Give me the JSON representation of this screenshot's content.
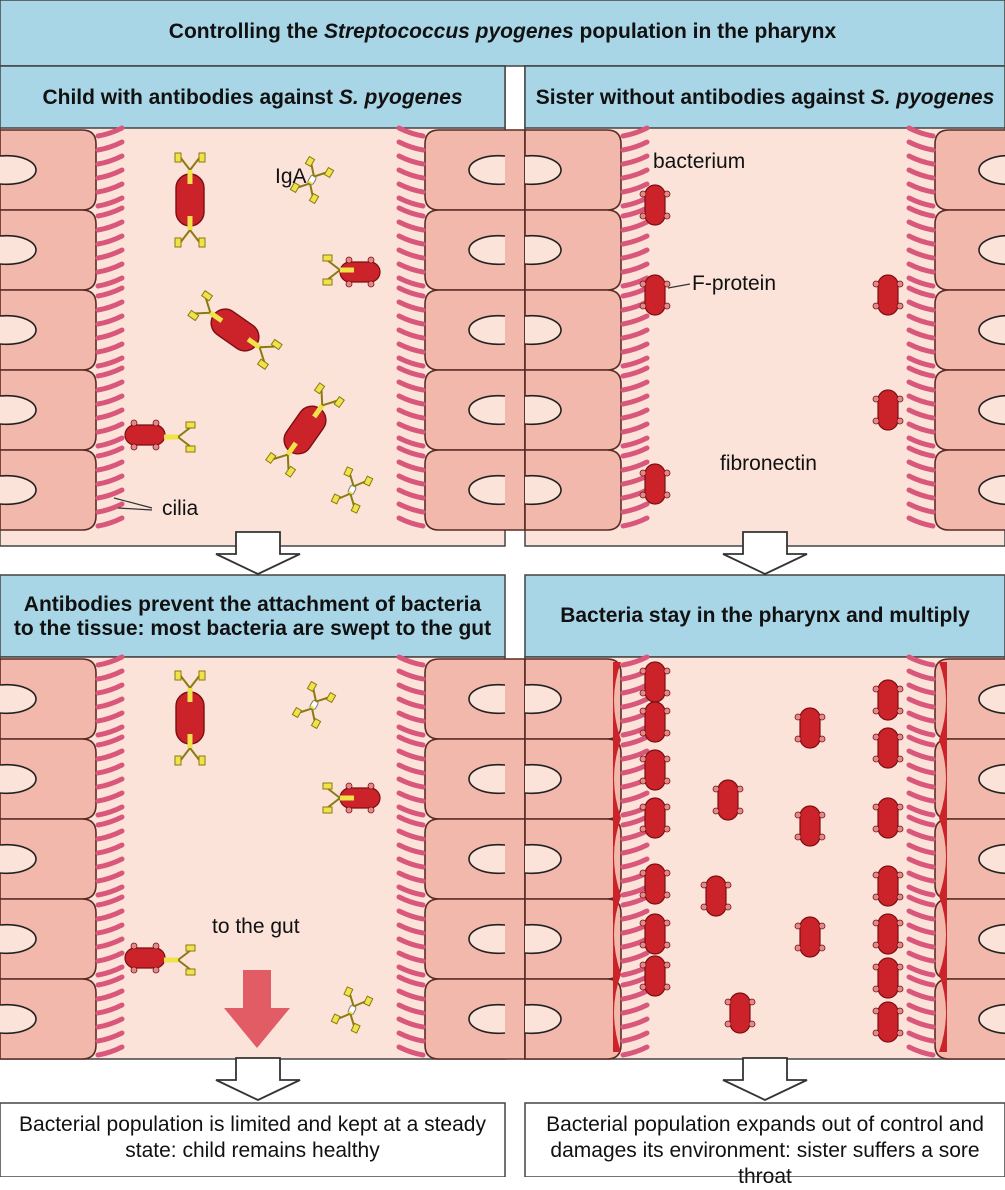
{
  "title": {
    "prefix": "Controlling the ",
    "species": "Streptococcus pyogenes",
    "suffix": " population in the pharynx"
  },
  "panels": {
    "child_top": {
      "heading_prefix": "Child with antibodies against ",
      "heading_species": "S. pyogenes",
      "labels": {
        "iga": "IgA",
        "cilia": "cilia"
      }
    },
    "sister_top": {
      "heading_prefix": "Sister without antibodies against ",
      "heading_species": "S. pyogenes",
      "labels": {
        "bacterium": "bacterium",
        "f_protein": "F-protein",
        "fibronectin": "fibronectin"
      }
    },
    "child_bottom": {
      "heading_line1": "Antibodies prevent the attachment of bacteria",
      "heading_line2": "to the tissue: most bacteria are swept to the gut",
      "labels": {
        "to_gut": "to the gut"
      }
    },
    "sister_bottom": {
      "heading": "Bacteria stay in the pharynx and multiply"
    }
  },
  "outcomes": {
    "child": {
      "line1": "Bacterial population is limited and kept at a steady",
      "line2": "state: child remains healthy"
    },
    "sister": {
      "line1": "Bacterial population expands out of control and",
      "line2": "damages its environment: sister suffers a sore throat"
    }
  },
  "colors": {
    "header_blue": "#a8d6e6",
    "lumen": "#fbe3da",
    "cell": "#f2b8ab",
    "cilia": "#d9577a",
    "bacterium": "#cc2229",
    "antibody": "#f0e24a",
    "arrow_gut": "#e25c66"
  }
}
